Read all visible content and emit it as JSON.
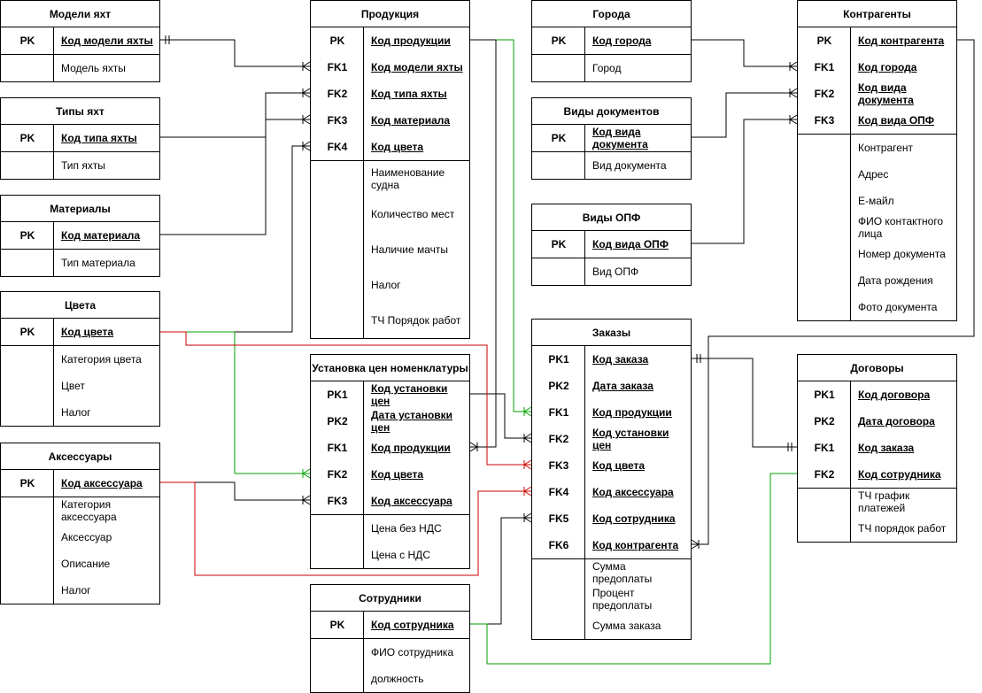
{
  "entities": {
    "models": {
      "title": "Модели яхт",
      "keys": [
        {
          "k": "PK",
          "f": "Код модели яхты"
        }
      ],
      "attrs": [
        "Модель яхты"
      ]
    },
    "types": {
      "title": "Типы яхт",
      "keys": [
        {
          "k": "PK",
          "f": "Код типа яхты"
        }
      ],
      "attrs": [
        "Тип яхты"
      ]
    },
    "materials": {
      "title": "Материалы",
      "keys": [
        {
          "k": "PK",
          "f": "Код материала"
        }
      ],
      "attrs": [
        "Тип материала"
      ]
    },
    "colors": {
      "title": "Цвета",
      "keys": [
        {
          "k": "PK",
          "f": "Код цвета"
        }
      ],
      "attrs": [
        "Категория цвета",
        "Цвет",
        "Налог"
      ]
    },
    "accessories": {
      "title": "Аксессуары",
      "keys": [
        {
          "k": "PK",
          "f": "Код аксессуара"
        }
      ],
      "attrs": [
        "Категория аксессуара",
        "Аксессуар",
        "Описание",
        "Налог"
      ]
    },
    "products": {
      "title": "Продукция",
      "keys": [
        {
          "k": "PK",
          "f": "Код продукции"
        },
        {
          "k": "FK1",
          "f": "Код модели яхты"
        },
        {
          "k": "FK2",
          "f": "Код типа яхты"
        },
        {
          "k": "FK3",
          "f": "Код материала"
        },
        {
          "k": "FK4",
          "f": "Код цвета"
        }
      ],
      "attrs": [
        "Наименование судна",
        "Количество мест",
        "Наличие мачты",
        "Налог",
        "ТЧ Порядок работ"
      ]
    },
    "prices": {
      "title": "Установка цен номенклатуры",
      "keys": [
        {
          "k": "PK1",
          "f": "Код установки цен"
        },
        {
          "k": "PK2",
          "f": "Дата установки цен"
        },
        {
          "k": "FK1",
          "f": "Код продукции"
        },
        {
          "k": "FK2",
          "f": "Код цвета"
        },
        {
          "k": "FK3",
          "f": "Код аксессуара"
        }
      ],
      "attrs": [
        "Цена без НДС",
        "Цена с НДС"
      ]
    },
    "employees": {
      "title": "Сотрудники",
      "keys": [
        {
          "k": "PK",
          "f": "Код сотрудника"
        }
      ],
      "attrs": [
        "ФИО сотрудника",
        "должность"
      ]
    },
    "cities": {
      "title": "Города",
      "keys": [
        {
          "k": "PK",
          "f": "Код города"
        }
      ],
      "attrs": [
        "Город"
      ]
    },
    "doctypes": {
      "title": "Виды документов",
      "keys": [
        {
          "k": "PK",
          "f": "Код вида документа"
        }
      ],
      "attrs": [
        "Вид документа"
      ]
    },
    "opf": {
      "title": "Виды ОПФ",
      "keys": [
        {
          "k": "PK",
          "f": "Код вида ОПФ"
        }
      ],
      "attrs": [
        "Вид ОПФ"
      ]
    },
    "orders": {
      "title": "Заказы",
      "keys": [
        {
          "k": "PK1",
          "f": "Код заказа"
        },
        {
          "k": "PK2",
          "f": "Дата заказа"
        },
        {
          "k": "FK1",
          "f": "Код продукции"
        },
        {
          "k": "FK2",
          "f": "Код установки цен"
        },
        {
          "k": "FK3",
          "f": "Код цвета"
        },
        {
          "k": "FK4",
          "f": "Код аксессуара"
        },
        {
          "k": "FK5",
          "f": "Код сотрудника"
        },
        {
          "k": "FK6",
          "f": "Код контрагента"
        }
      ],
      "attrs": [
        "Сумма предоплаты",
        "Процент предоплаты",
        "Сумма заказа"
      ]
    },
    "contractors": {
      "title": "Контрагенты",
      "keys": [
        {
          "k": "PK",
          "f": "Код контрагента"
        },
        {
          "k": "FK1",
          "f": "Код города"
        },
        {
          "k": "FK2",
          "f": "Код вида документа"
        },
        {
          "k": "FK3",
          "f": "Код вида ОПФ"
        }
      ],
      "attrs": [
        "Контрагент",
        "Адрес",
        "Е-майл",
        "ФИО контактного лица",
        "Номер документа",
        "Дата рождения",
        "Фото документа"
      ]
    },
    "contracts": {
      "title": "Договоры",
      "keys": [
        {
          "k": "PK1",
          "f": "Код договора"
        },
        {
          "k": "PK2",
          "f": "Дата договора"
        },
        {
          "k": "FK1",
          "f": "Код заказа"
        },
        {
          "k": "FK2",
          "f": "Код сотрудника"
        }
      ],
      "attrs": [
        "ТЧ график платежей",
        "ТЧ порядок работ"
      ]
    }
  },
  "colors": {
    "line": "#000000",
    "red": "#cc0000",
    "green": "#00a000"
  }
}
